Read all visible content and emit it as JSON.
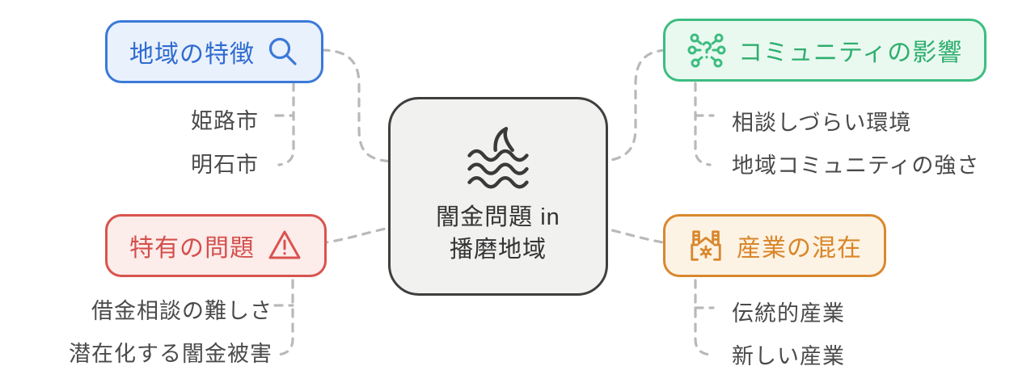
{
  "center": {
    "label_line1": "闇金問題 in",
    "label_line2": "播磨地域",
    "icon": "shark-waves-icon"
  },
  "branches": [
    {
      "id": "region",
      "label": "地域の特徴",
      "icon": "search-icon",
      "color": "#3b79d8",
      "children": [
        "姫路市",
        "明石市"
      ]
    },
    {
      "id": "problems",
      "label": "特有の問題",
      "icon": "warning-icon",
      "color": "#d9534f",
      "children": [
        "借金相談の難しさ",
        "潜在化する闇金被害"
      ]
    },
    {
      "id": "community",
      "label": "コミュニティの影響",
      "icon": "network-question-icon",
      "color": "#3dbd80",
      "children": [
        "相談しづらい環境",
        "地域コミュニティの強さ"
      ]
    },
    {
      "id": "industry",
      "label": "産業の混在",
      "icon": "factory-icon",
      "color": "#d9882f",
      "children": [
        "伝統的産業",
        "新しい産業"
      ]
    }
  ],
  "colors": {
    "connector": "#b9b9b9",
    "center_border": "#3f3f3f",
    "center_fill": "#f1f1f0",
    "child_text": "#4a4a4a"
  }
}
